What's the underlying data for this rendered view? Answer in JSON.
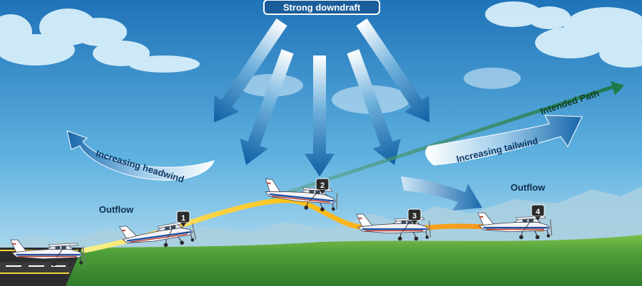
{
  "title": "Strong downdraft",
  "labels": {
    "intended_path": "Intended Path",
    "headwind": "Increasing headwind",
    "tailwind": "Increasing tailwind",
    "outflow_left": "Outflow",
    "outflow_right": "Outflow"
  },
  "markers": [
    "1",
    "2",
    "3",
    "4"
  ],
  "colors": {
    "sky_top": "#1f73b8",
    "sky_bottom": "#bfe2f3",
    "ground": "#3f9a3c",
    "downdraft_arrow": "#1a6aaa",
    "intended_path": "#1f7a4a",
    "flight_path_start": "#ffe24a",
    "flight_path_end": "#f08a1c",
    "title_bg": "#1a5d9a"
  },
  "icons": [
    "cloud-icon",
    "airplane-icon",
    "runway-icon",
    "marker-badge-icon",
    "curved-arrow-icon"
  ]
}
